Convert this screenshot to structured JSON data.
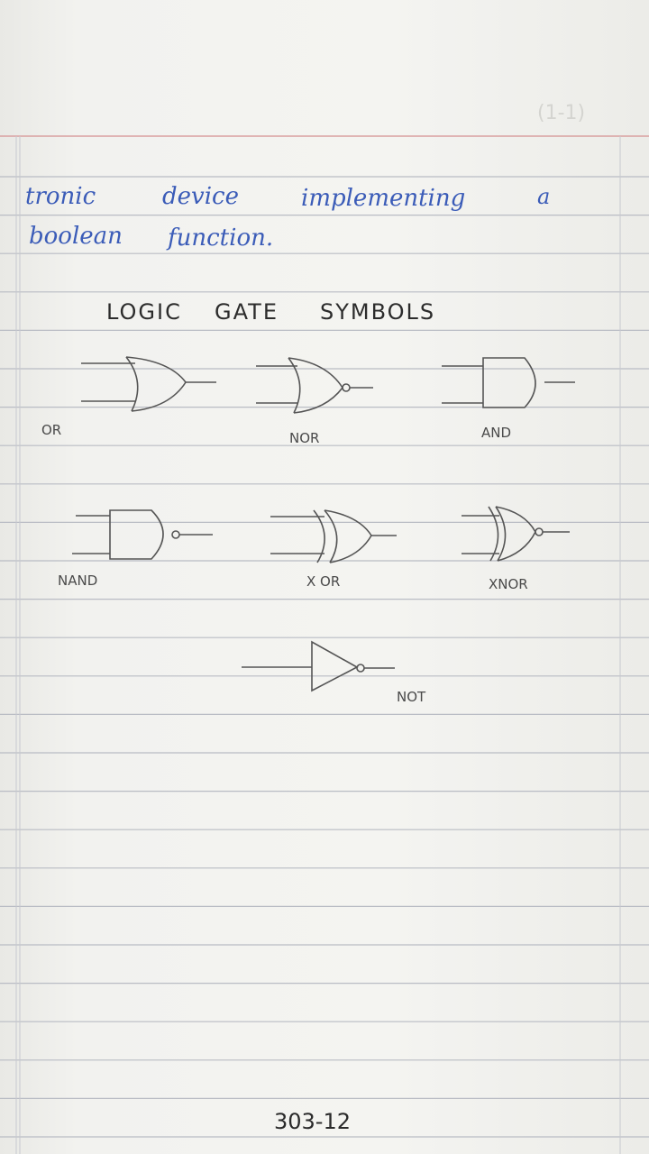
{
  "top_corner_mark": "(1-1)",
  "paragraph": {
    "line1": [
      "tronic",
      "device",
      "implementing",
      "a"
    ],
    "line2": [
      "boolean",
      "function."
    ]
  },
  "heading": {
    "words": [
      "LOGIC",
      "GATE",
      "SYMBOLS"
    ]
  },
  "gates": [
    {
      "type": "or",
      "label": "OR"
    },
    {
      "type": "nor",
      "label": "NOR"
    },
    {
      "type": "and",
      "label": "AND"
    },
    {
      "type": "nand",
      "label": "NAND"
    },
    {
      "type": "xor",
      "label": "X OR"
    },
    {
      "type": "xnor",
      "label": "XNOR"
    },
    {
      "type": "not",
      "label": "NOT"
    }
  ],
  "footer": {
    "page_number": "303-12"
  },
  "colors": {
    "paper": "#f2f2ef",
    "ruled_line": "#b9bcc4",
    "margin_line": "#d9a0a0",
    "blue_ink": "#3b5cb8",
    "pencil": "#4a4a4a"
  }
}
